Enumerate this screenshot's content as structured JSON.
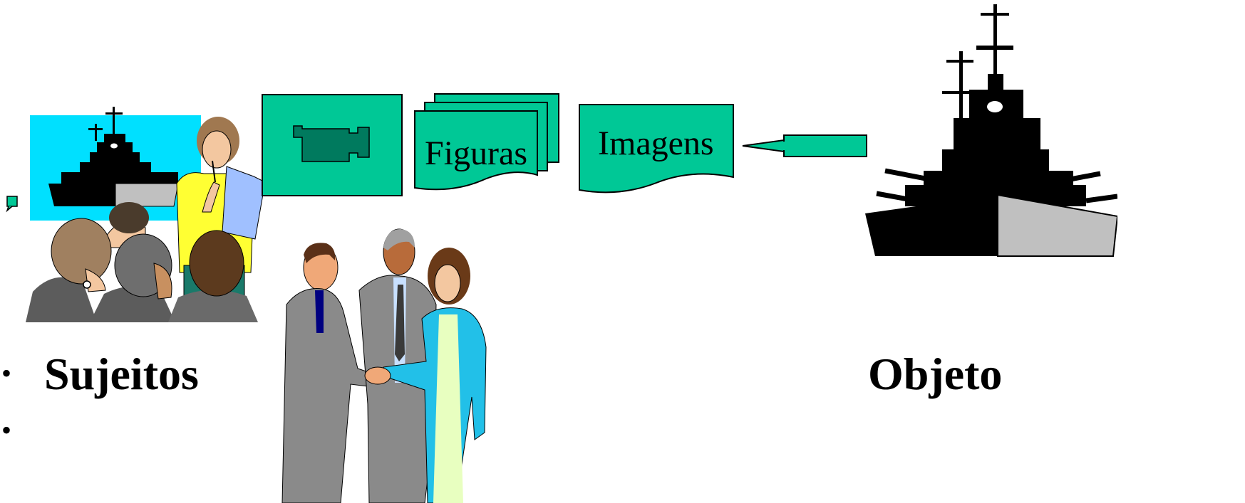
{
  "diagram": {
    "labels": {
      "figuras": "Figuras",
      "imagens": "Imagens",
      "sujeitos": "Sujeitos",
      "objeto": "Objeto"
    },
    "bullets": [
      "•",
      "•"
    ],
    "colors": {
      "shape_fill": "#00c896",
      "shape_stroke": "#000000",
      "camera_fill": "#007a5e",
      "screen_fill": "#00e0ff",
      "ship_fill": "#000000",
      "hull_gray": "#c0c0c0"
    },
    "icons": [
      "video-camera-icon",
      "battleship-icon",
      "presentation-audience-clipart",
      "handshake-people-clipart",
      "left-arrow-icon"
    ]
  }
}
